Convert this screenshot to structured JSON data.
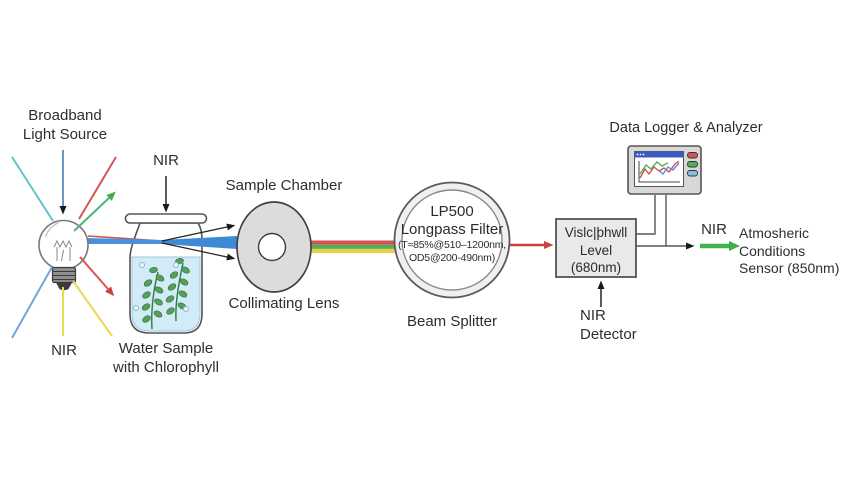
{
  "palette": {
    "beam_red": "#d65050",
    "beam_green": "#53ac58",
    "beam_yellow": "#e3d24b",
    "beam_blue": "#3f8ad6",
    "ray_cyan": "#5fc4cb",
    "ray_blue": "#6a98c4",
    "water_blue": "#d3eaf7",
    "plant_green": "#55a05e",
    "panel_gray": "#e9e9e9",
    "titlebar_blue": "#3a5cc0"
  },
  "nodes": {
    "light_source": {
      "label_line1": "Broadband",
      "label_line2": "Light Source",
      "nir_label": "NIR"
    },
    "water_sample": {
      "nir_label": "NIR",
      "label_line1": "Water Sample",
      "label_line2": "with Chlorophyll"
    },
    "sample_chamber": {
      "label": "Sample Chamber"
    },
    "collimating_lens": {
      "label": "Collimating Lens"
    },
    "longpass_filter": {
      "model": "LP500",
      "type": "Longpass Filter",
      "spec_line1": "(T≈85%@510–1200nm,",
      "spec_line2": "OD5@200-490nm)",
      "caption": "Beam Splitter"
    },
    "visible_level": {
      "line1": "Vislc|þhwll",
      "line2": "Level",
      "line3": "(680nm)"
    },
    "nir_detector": {
      "label_line1": "NIR",
      "label_line2": "Detector"
    },
    "data_logger": {
      "label": "Data Logger & Analyzer"
    },
    "atmospheric_sensor": {
      "nir_label": "NIR",
      "label_line1": "Atmosheric",
      "label_line2": "Conditions",
      "label_line3": "Sensor (850nm)"
    }
  }
}
